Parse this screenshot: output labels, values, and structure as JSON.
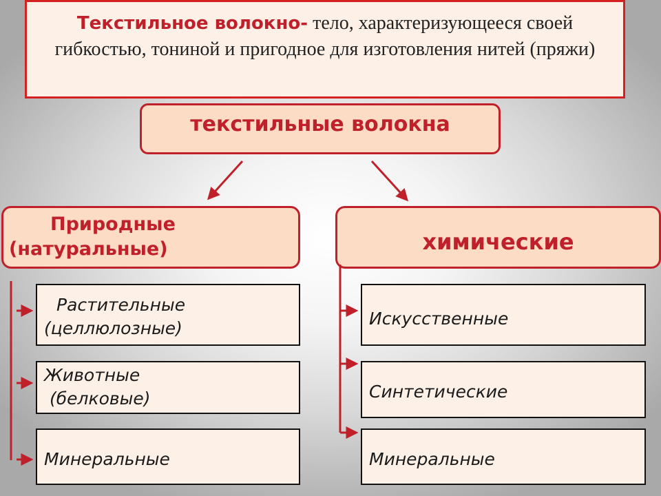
{
  "definition": {
    "term": "Текстильное волокно-",
    "text": " тело, характеризующееся своей гибкостью, тониной и пригодное для изготовления нитей (пряжи)"
  },
  "root": {
    "label": "текстильные волокна"
  },
  "natural": {
    "line1": "Природные",
    "line2": "(натуральные)",
    "children": [
      {
        "line1": "Растительные",
        "line2": "(целлюлозные)"
      },
      {
        "line1": "Животные",
        "line2": "(белковые)"
      },
      {
        "line1": "Минеральные"
      }
    ]
  },
  "chemical": {
    "label": "химические",
    "children": [
      {
        "line1": "Искусственные"
      },
      {
        "line1": "Синтетические"
      },
      {
        "line1": "Минеральные"
      }
    ]
  },
  "colors": {
    "accent": "#c0202a",
    "box_fill": "#fcdcc4",
    "leaf_fill": "#fdf0e6"
  }
}
